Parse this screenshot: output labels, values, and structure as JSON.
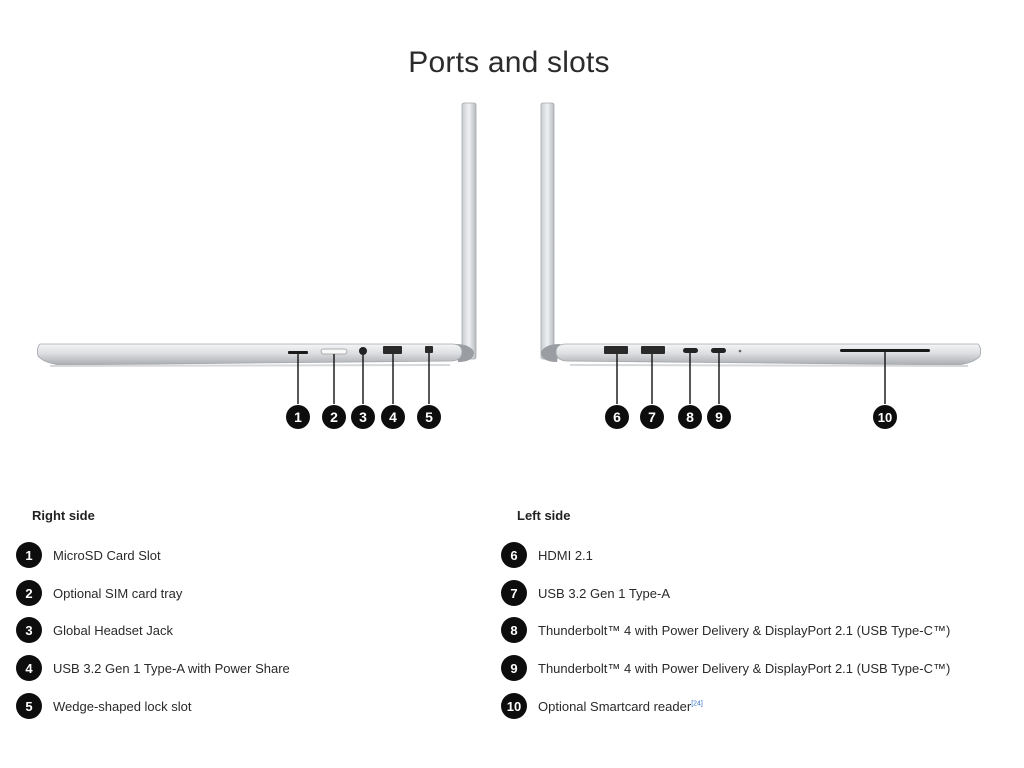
{
  "page": {
    "title": "Ports and slots"
  },
  "diagram": {
    "right_markers": [
      "1",
      "2",
      "3",
      "4",
      "5"
    ],
    "left_markers": [
      "6",
      "7",
      "8",
      "9",
      "10"
    ]
  },
  "right_side": {
    "heading": "Right side",
    "items": [
      {
        "number": "1",
        "label": "MicroSD Card Slot"
      },
      {
        "number": "2",
        "label": "Optional SIM card tray"
      },
      {
        "number": "3",
        "label": "Global Headset Jack"
      },
      {
        "number": "4",
        "label": "USB 3.2 Gen 1 Type-A with Power Share"
      },
      {
        "number": "5",
        "label": "Wedge-shaped lock slot"
      }
    ]
  },
  "left_side": {
    "heading": "Left side",
    "items": [
      {
        "number": "6",
        "label": "HDMI 2.1"
      },
      {
        "number": "7",
        "label": "USB 3.2 Gen 1 Type-A"
      },
      {
        "number": "8",
        "label": "Thunderbolt™ 4 with Power Delivery & DisplayPort 2.1 (USB Type-C™)"
      },
      {
        "number": "9",
        "label": "Thunderbolt™ 4 with Power Delivery & DisplayPort 2.1 (USB Type-C™)"
      },
      {
        "number": "10",
        "label": "Optional Smartcard reader",
        "footnote": "[24]"
      }
    ]
  }
}
